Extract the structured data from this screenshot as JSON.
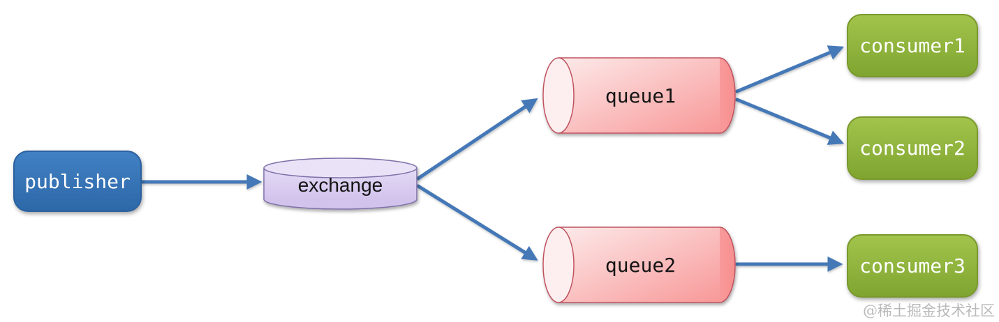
{
  "diagram": {
    "type": "message-queue-flow",
    "nodes": {
      "publisher": {
        "label": "publisher",
        "shape": "rounded-rect",
        "color": "#3273b5"
      },
      "exchange": {
        "label": "exchange",
        "shape": "cylinder-vertical",
        "color": "#d9cdf0"
      },
      "queue1": {
        "label": "queue1",
        "shape": "cylinder-horizontal",
        "color": "#f9a0a0"
      },
      "queue2": {
        "label": "queue2",
        "shape": "cylinder-horizontal",
        "color": "#f9a0a0"
      },
      "consumer1": {
        "label": "consumer1",
        "shape": "rounded-rect",
        "color": "#8cb33c"
      },
      "consumer2": {
        "label": "consumer2",
        "shape": "rounded-rect",
        "color": "#8cb33c"
      },
      "consumer3": {
        "label": "consumer3",
        "shape": "rounded-rect",
        "color": "#8cb33c"
      }
    },
    "edges": [
      {
        "from": "publisher",
        "to": "exchange"
      },
      {
        "from": "exchange",
        "to": "queue1"
      },
      {
        "from": "exchange",
        "to": "queue2"
      },
      {
        "from": "queue1",
        "to": "consumer1"
      },
      {
        "from": "queue1",
        "to": "consumer2"
      },
      {
        "from": "queue2",
        "to": "consumer3"
      }
    ],
    "arrow_color": "#4478b6",
    "watermark": "@稀土掘金技术社区"
  }
}
